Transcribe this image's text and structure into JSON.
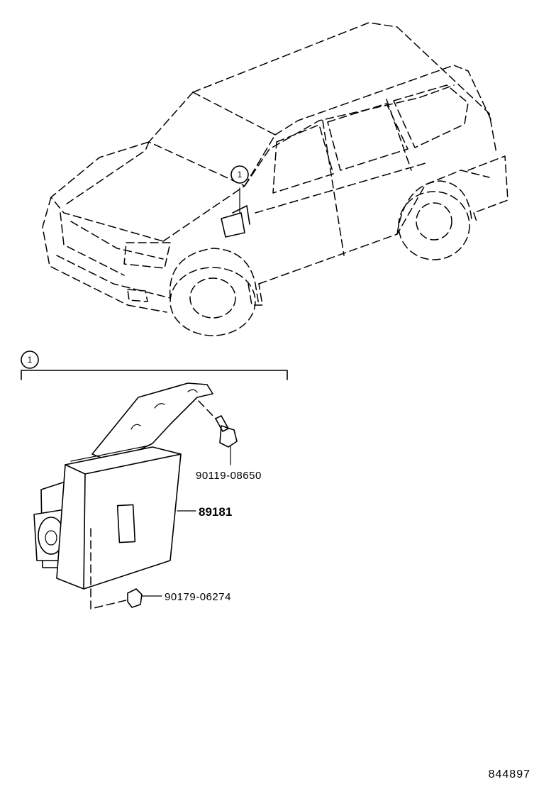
{
  "diagram": {
    "callouts": [
      {
        "id": "vehicle-callout",
        "text": "1"
      },
      {
        "id": "detail-callout",
        "text": "1"
      }
    ],
    "parts": [
      {
        "part_number": "90119-08650"
      },
      {
        "part_number": "89181"
      },
      {
        "part_number": "90179-06274"
      }
    ],
    "illustration_number": "844897"
  }
}
